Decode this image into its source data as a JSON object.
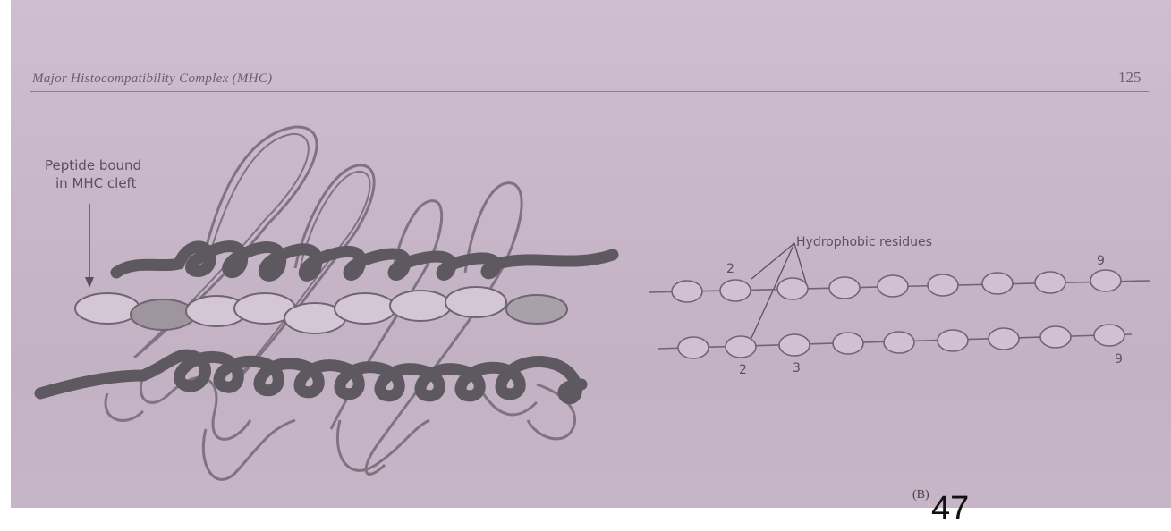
{
  "header": {
    "running_title": "Major Histocompatibility Complex (MHC)",
    "page_number": "125"
  },
  "figure_a": {
    "label_line1": "Peptide bound",
    "label_line2": "in MHC cleft"
  },
  "figure_b": {
    "annotation": "Hydrophobic residues",
    "top_chain_labels": [
      "2",
      "9"
    ],
    "bottom_chain_labels": [
      "2",
      "3",
      "9"
    ],
    "panel_label": "(B)"
  },
  "slide_number": "47",
  "colors": {
    "page": "#c7b7c9",
    "ink": "#5a4f5c",
    "helix": "#5e5860"
  }
}
